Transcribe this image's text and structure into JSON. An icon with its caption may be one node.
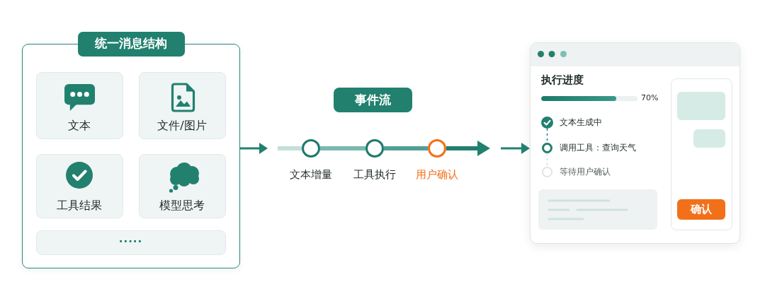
{
  "diagram": {
    "nodes": [
      {
        "text": [
          "统一消息结构"
        ]
      },
      {
        "text": [
          "文本"
        ],
        "in": 0
      },
      {
        "text": [
          "文件/图片"
        ],
        "in": 0
      },
      {
        "text": [
          "工具结果"
        ],
        "in": 0
      },
      {
        "text": [
          "模型思考"
        ],
        "in": 0
      },
      {
        "text": [
          "·····"
        ],
        "in": 0
      },
      {
        "text": [
          "事件流"
        ]
      },
      {
        "text": [],
        "shape": "circle",
        "beside": [
          "文本增量"
        ]
      },
      {
        "text": [],
        "shape": "circle",
        "beside": [
          "工具执行"
        ]
      },
      {
        "text": [],
        "shape": "circle",
        "beside": [
          "用户确认"
        ]
      },
      {
        "text": [
          "执行进度",
          "70%"
        ]
      },
      {
        "text": [],
        "shape": "circle",
        "in": 10,
        "beside": [
          "文本生成中"
        ]
      },
      {
        "text": [],
        "shape": "circle",
        "in": 10,
        "beside": [
          "调用工具：查询天气"
        ]
      },
      {
        "text": [],
        "shape": "circle",
        "in": 10,
        "beside": [
          "等待用户确认"
        ]
      },
      {
        "text": [],
        "shape": "box",
        "in": 10
      },
      {
        "text": [
          "确认"
        ],
        "in": 14
      }
    ],
    "edges": [
      {
        "from": 0,
        "to": null,
        "arrow": "to"
      },
      {
        "from": null,
        "to": 7,
        "arrow": "none",
        "style": "thick",
        "color": "#c3e0da"
      },
      {
        "from": 7,
        "to": 8,
        "arrow": "none",
        "style": "thick",
        "color": "#7ab9ae"
      },
      {
        "from": 8,
        "to": 9,
        "arrow": "none",
        "style": "thick",
        "color": "#519f92"
      },
      {
        "from": 9,
        "to": null,
        "arrow": "to",
        "style": "thick"
      },
      {
        "from": null,
        "to": 10,
        "arrow": "to"
      },
      {
        "from": 11,
        "to": 12,
        "arrow": "none",
        "style": "dashed"
      },
      {
        "from": 12,
        "to": 13,
        "arrow": "none",
        "style": "dashed",
        "color": "#d5dcdb"
      }
    ]
  }
}
